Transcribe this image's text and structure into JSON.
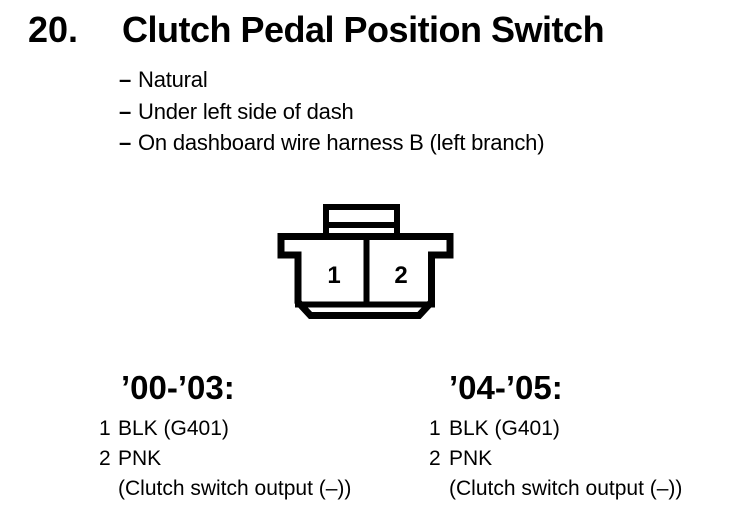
{
  "page": {
    "item_number": "20.",
    "title": "Clutch Pedal Position Switch",
    "notes": {
      "bullet": "–",
      "items": [
        "Natural",
        "Under left side of dash",
        "On dashboard wire harness B (left branch)"
      ]
    }
  },
  "connector": {
    "pin_labels": [
      "1",
      "2"
    ],
    "line_color": "#000000"
  },
  "columns": [
    {
      "header": "’00-’03:",
      "pins": [
        {
          "number": "1",
          "label": "BLK (G401)",
          "note": ""
        },
        {
          "number": "2",
          "label": "PNK",
          "note": "(Clutch switch output (–))"
        }
      ]
    },
    {
      "header": "’04-’05:",
      "pins": [
        {
          "number": "1",
          "label": "BLK (G401)",
          "note": ""
        },
        {
          "number": "2",
          "label": "PNK",
          "note": "(Clutch switch output (–))"
        }
      ]
    }
  ]
}
